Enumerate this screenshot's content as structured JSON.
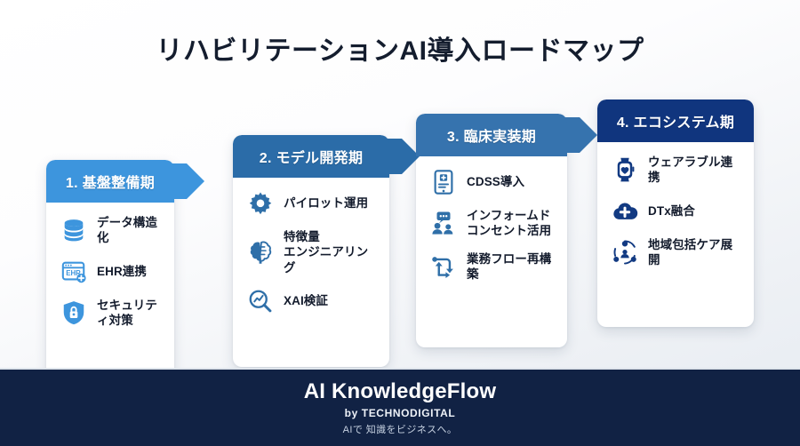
{
  "page": {
    "title": "リハビリテーションAI導入ロードマップ"
  },
  "colors": {
    "stage1_header": "#3d95dd",
    "stage2_header": "#2b6ca8",
    "stage3_header": "#3673ae",
    "stage4_header": "#10357e",
    "icon_light": "#3d95dd",
    "icon_mid": "#2f6fa8",
    "icon_dark": "#123a82",
    "footer_bg": "#112244"
  },
  "stages": [
    {
      "header": "1. 基盤整備期",
      "header_color": "#3d95dd",
      "icon_color": "#3d95dd",
      "items": [
        {
          "icon": "database-icon",
          "label": "データ構造化"
        },
        {
          "icon": "ehr-window-icon",
          "label": "EHR連携"
        },
        {
          "icon": "shield-lock-icon",
          "label": "セキュリティ対策"
        }
      ]
    },
    {
      "header": "2. モデル開発期",
      "header_color": "#2b6ca8",
      "icon_color": "#2f6fa8",
      "items": [
        {
          "icon": "gear-icon",
          "label": "パイロット運用"
        },
        {
          "icon": "brain-icon",
          "label": "特徴量\nエンジニアリング"
        },
        {
          "icon": "magnifier-chart-icon",
          "label": "XAI検証"
        }
      ]
    },
    {
      "header": "3. 臨床実装期",
      "header_color": "#3673ae",
      "icon_color": "#2f6fa8",
      "items": [
        {
          "icon": "tablet-medical-icon",
          "label": "CDSS導入"
        },
        {
          "icon": "people-consent-icon",
          "label": "インフォームド\nコンセント活用"
        },
        {
          "icon": "workflow-arrows-icon",
          "label": "業務フロー再構築"
        }
      ]
    },
    {
      "header": "4. エコシステム期",
      "header_color": "#10357e",
      "icon_color": "#123a82",
      "items": [
        {
          "icon": "smartwatch-heart-icon",
          "label": "ウェアラブル連携"
        },
        {
          "icon": "cloud-plus-icon",
          "label": "DTx融合"
        },
        {
          "icon": "community-care-icon",
          "label": "地域包括ケア展開"
        }
      ]
    }
  ],
  "footer": {
    "brand": "AI KnowledgeFlow",
    "by": "by TECHNODIGITAL",
    "tagline": "AIで 知識をビジネスへ。"
  }
}
